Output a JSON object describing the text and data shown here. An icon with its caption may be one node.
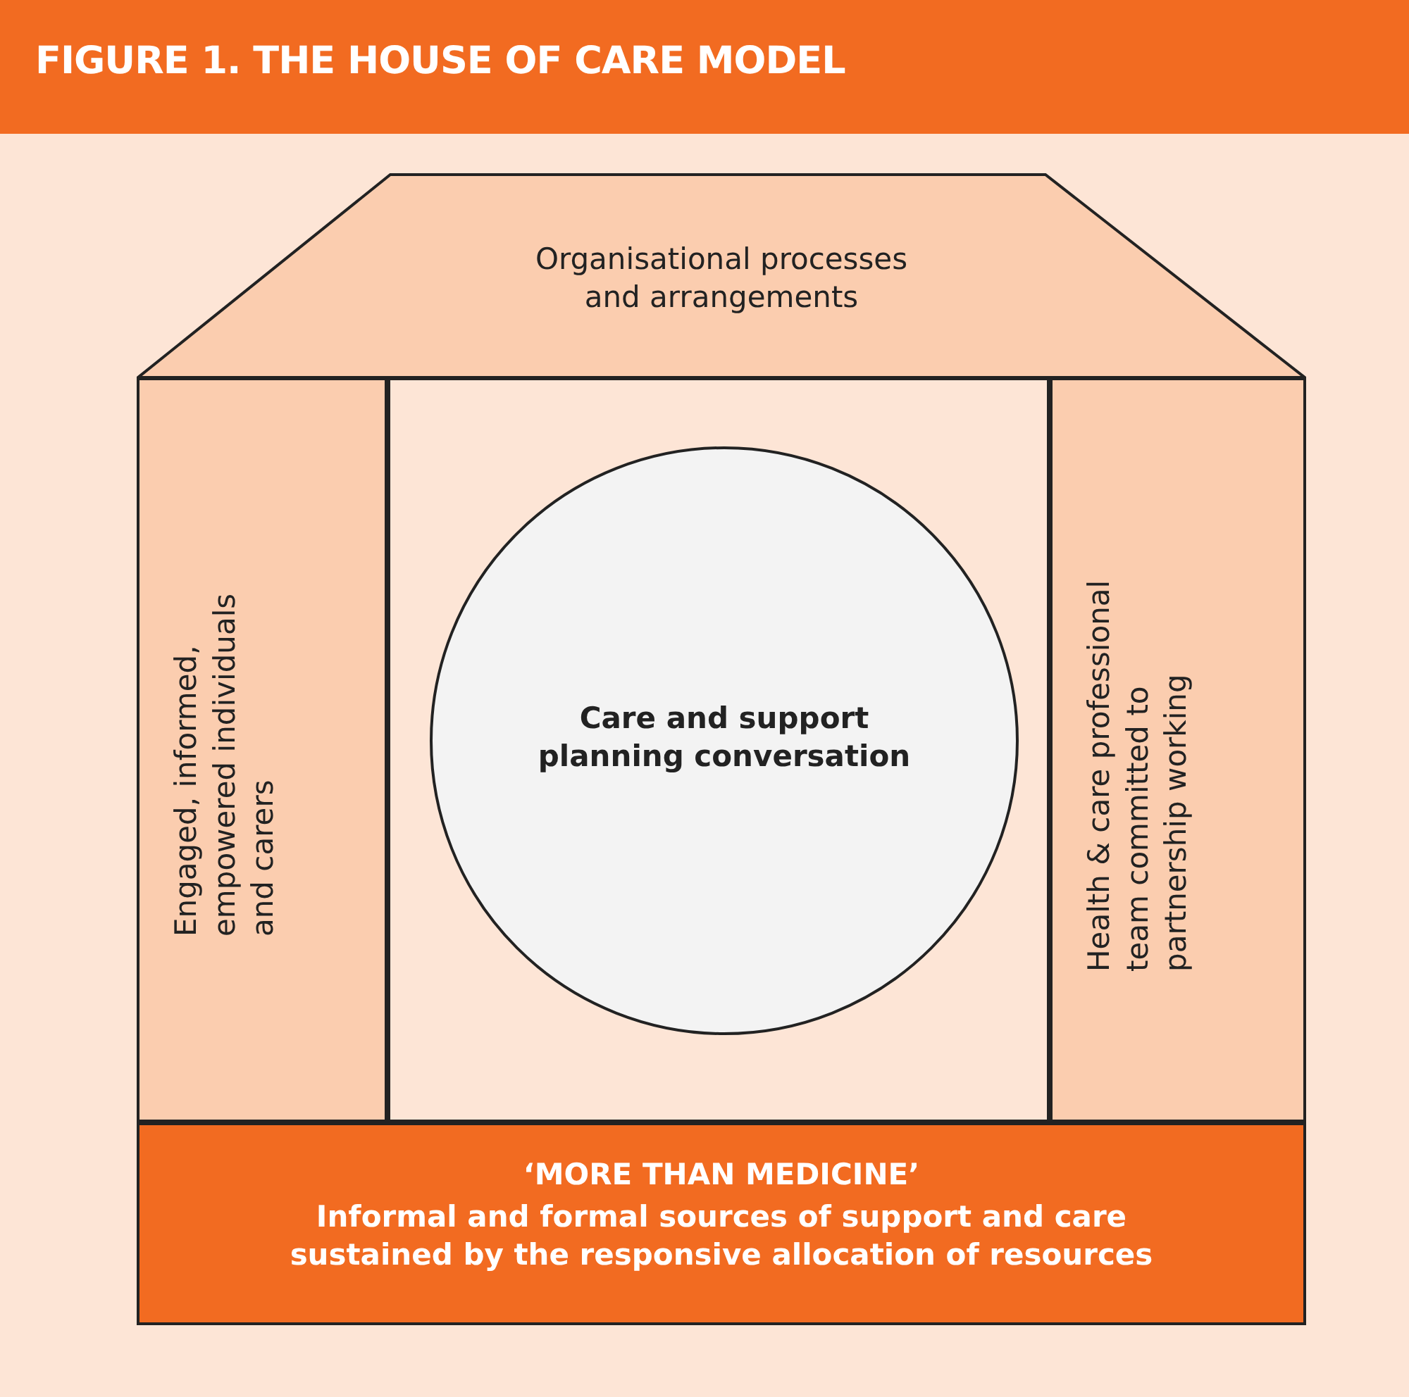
{
  "diagram": {
    "title": "FIGURE 1. THE HOUSE OF CARE MODEL",
    "nodes": [
      {
        "text": [
          "Organisational processes and arrangements"
        ]
      },
      {
        "text": [
          "Engaged, informed, empowered individuals and carers"
        ]
      },
      {
        "text": [],
        "shape": "box"
      },
      {
        "text": [
          "Care and support planning conversation"
        ],
        "in": 2
      },
      {
        "text": [
          "Health & care professional team committed to partnership working"
        ]
      },
      {
        "text": [
          "‘MORE THAN MEDICINE’",
          "Informal and formal sources of support and care sustained by the responsive allocation of resources"
        ]
      }
    ],
    "edges": []
  }
}
